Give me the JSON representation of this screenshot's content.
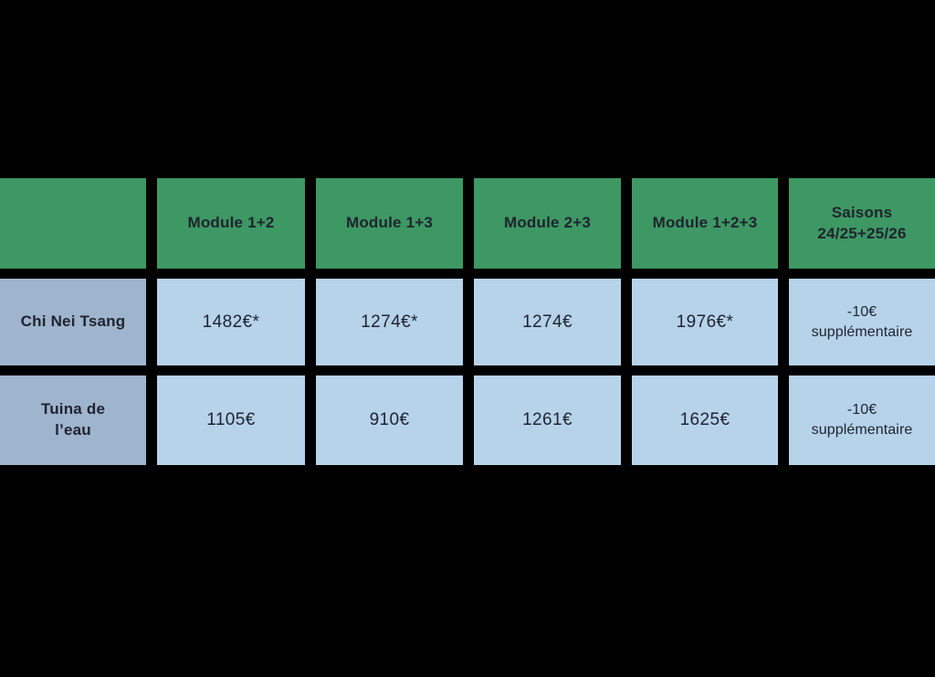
{
  "colors": {
    "background": "#000000",
    "header_bg": "#3D9863",
    "row_label_bg": "#9FB4CD",
    "cell_bg": "#B6D3EA",
    "text": "#202430"
  },
  "chart_data": {
    "type": "table",
    "columns": [
      "",
      "Module 1+2",
      "Module 1+3",
      "Module 2+3",
      "Module 1+2+3",
      "Saisons 24/25+25/26"
    ],
    "rows": [
      {
        "label": "Chi Nei Tsang",
        "values": [
          "1482€*",
          "1274€*",
          "1274€",
          "1976€*",
          "-10€ supplémentaire"
        ]
      },
      {
        "label": "Tuina de l’eau",
        "values": [
          "1105€",
          "910€",
          "1261€",
          "1625€",
          "-10€ supplémentaire"
        ]
      }
    ]
  },
  "display": {
    "headers": {
      "empty": "",
      "col1": "Module 1+2",
      "col2": "Module 1+3",
      "col3": "Module 2+3",
      "col4": "Module 1+2+3",
      "col5": "Saisons\n24/25+25/26"
    },
    "row1": {
      "label": "Chi Nei Tsang",
      "c1": "1482€*",
      "c2": "1274€*",
      "c3": "1274€",
      "c4": "1976€*",
      "c5": "-10€\nsupplémentaire"
    },
    "row2": {
      "label": "Tuina de\nl’eau",
      "c1": "1105€",
      "c2": "910€",
      "c3": "1261€",
      "c4": "1625€",
      "c5": "-10€\nsupplémentaire"
    }
  }
}
